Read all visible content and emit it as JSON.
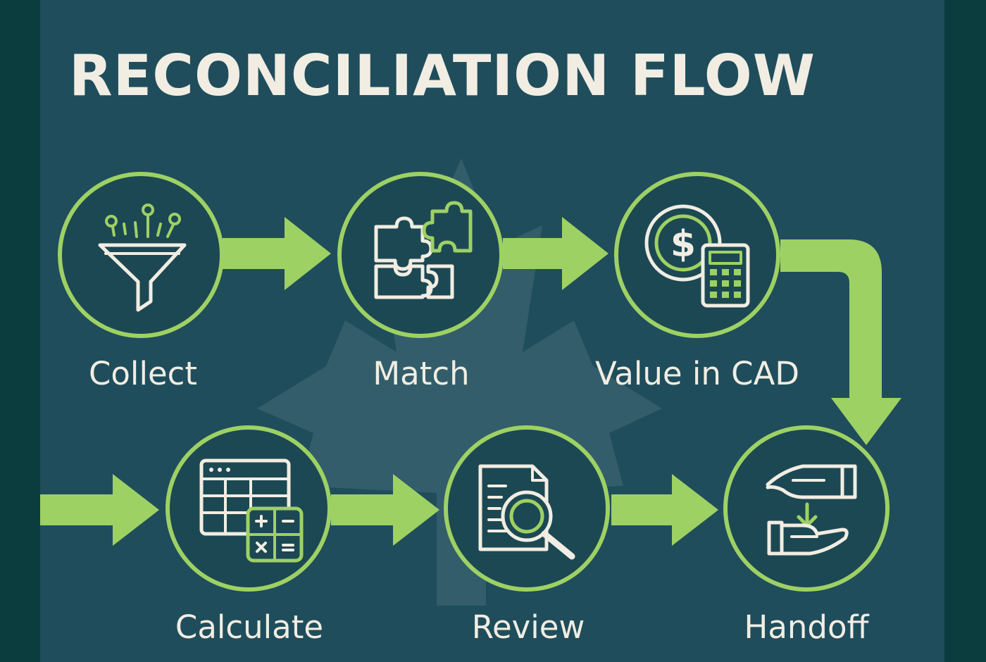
{
  "title": "RECONCILIATION FLOW",
  "colors": {
    "background": "#1f4d5c",
    "outer": "#0c3d3e",
    "accent": "#9ed163",
    "text": "#f1ede2",
    "ring_fill": "#1c4854"
  },
  "steps": [
    {
      "label": "Collect",
      "icon": "funnel-icon"
    },
    {
      "label": "Match",
      "icon": "puzzle-icon"
    },
    {
      "label": "Value in CAD",
      "icon": "coin-calculator-icon"
    },
    {
      "label": "Calculate",
      "icon": "spreadsheet-calculator-icon"
    },
    {
      "label": "Review",
      "icon": "document-magnifier-icon"
    },
    {
      "label": "Handoff",
      "icon": "hand-handoff-icon"
    }
  ],
  "background_motif": "maple-leaf-icon"
}
